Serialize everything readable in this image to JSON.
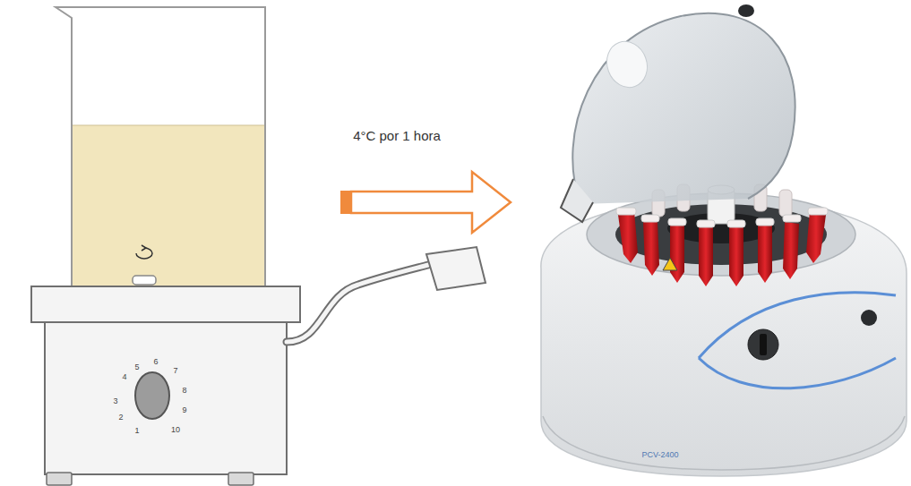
{
  "diagram": {
    "labels": [
      "4°C por 1 hora",
      "1",
      "2",
      "3",
      "4",
      "5",
      "6",
      "7",
      "8",
      "9",
      "10",
      "PCV-2400"
    ]
  }
}
